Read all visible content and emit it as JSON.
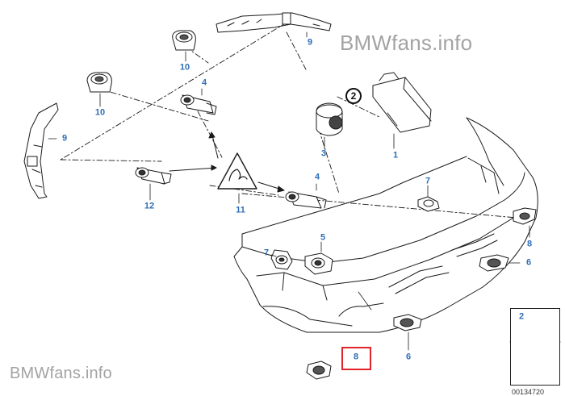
{
  "watermarks": {
    "top": "BMWfans.info",
    "bottom": "BMWfans.info"
  },
  "part_labels": {
    "p1": "1",
    "p2": "2",
    "p3": "3",
    "p4a": "4",
    "p4b": "4",
    "p5": "5",
    "p6a": "6",
    "p6b": "6",
    "p7a": "7",
    "p7b": "7",
    "p8a": "8",
    "p8b": "8",
    "p9a": "9",
    "p9b": "9",
    "p10a": "10",
    "p10b": "10",
    "p11": "11",
    "p12": "12"
  },
  "callouts": {
    "control_unit": "2"
  },
  "legend": {
    "label": "2"
  },
  "diagram_ref": "00134720",
  "colors": {
    "label_blue": "#2f6eb5",
    "highlight_red": "#e0242a",
    "line": "#1a1a1a",
    "watermark": "#a3a3a3"
  }
}
